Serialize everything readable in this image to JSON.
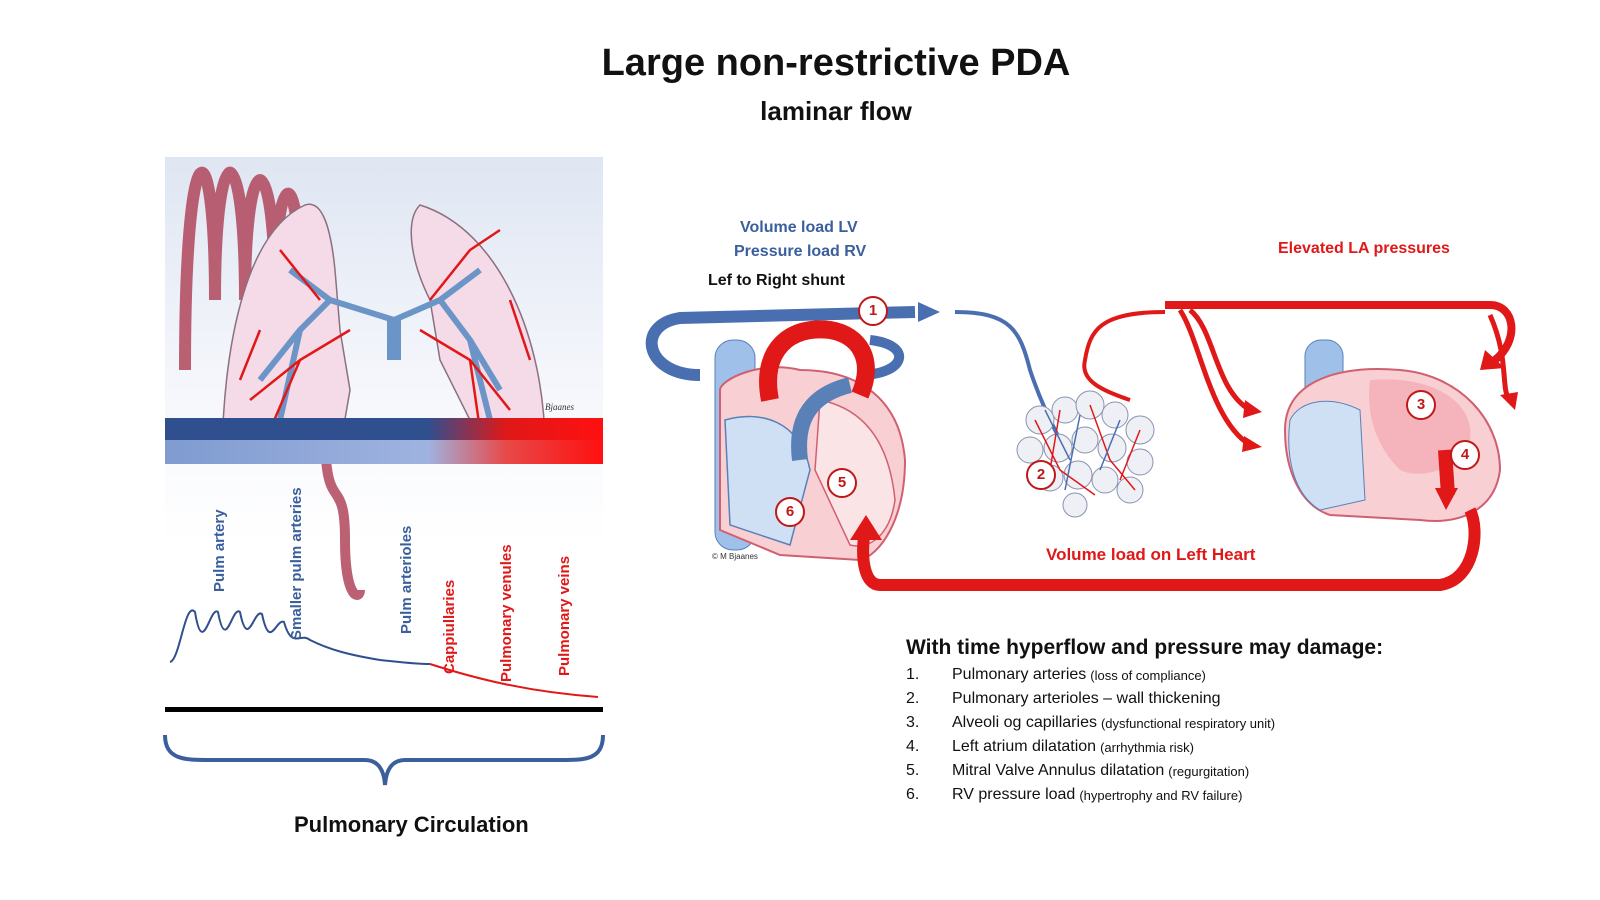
{
  "title": "Large non-restrictive PDA",
  "subtitle": "laminar flow",
  "left_panel": {
    "labels": {
      "pulm_artery": "Pulm artery",
      "smaller_pulm_arteries": "Smaller pulm arteries",
      "pulm_arterioles": "Pulm arterioles",
      "cappiullaries": "Cappiullaries",
      "pulmonary_venules": "Pulmonary venules",
      "pulmonary_veins": "Pulmonary veins"
    },
    "signature": "Bjaanes",
    "brace_label": "Pulmonary Circulation"
  },
  "right_diagram": {
    "volume_load_lv": "Volume load LV",
    "pressure_load_rv": "Pressure load RV",
    "left_to_right_shunt": "Lef to Right shunt",
    "elevated_la_pressures": "Elevated LA pressures",
    "volume_load_left_heart": "Volume load on Left Heart",
    "copyright": "© M Bjaanes",
    "markers": [
      "1",
      "2",
      "3",
      "4",
      "5",
      "6"
    ]
  },
  "damage_list": {
    "heading": "With time hyperflow and pressure may damage:",
    "items": [
      {
        "num": "1.",
        "text": "Pulmonary arteries",
        "note": "(loss of compliance)"
      },
      {
        "num": "2.",
        "text": "Pulmonary arterioles – wall thickening",
        "note": ""
      },
      {
        "num": "3.",
        "text": "Alveoli og capillaries",
        "note": "(dysfunctional respiratory  unit)"
      },
      {
        "num": "4.",
        "text": "Left atrium dilatation",
        "note": "(arrhythmia risk)"
      },
      {
        "num": "5.",
        "text": "Mitral Valve Annulus dilatation",
        "note": "(regurgitation)"
      },
      {
        "num": "6.",
        "text": "RV pressure load",
        "note": " (hypertrophy and RV failure)"
      }
    ]
  },
  "colors": {
    "blue": "#3a5f9c",
    "red": "#e01818",
    "dark_red": "#b0455a",
    "lung_pink": "#f5dbe8"
  }
}
